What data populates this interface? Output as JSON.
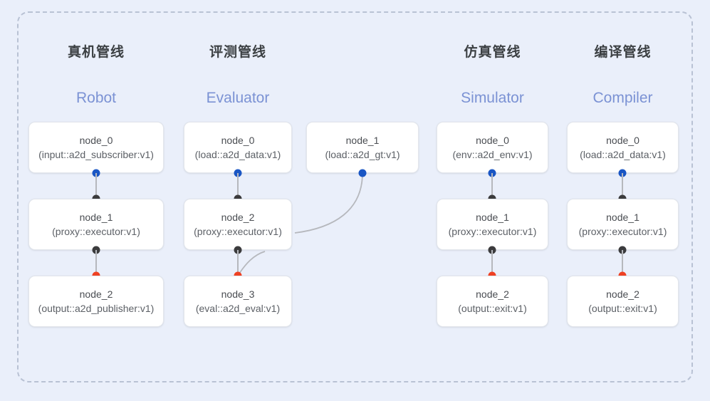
{
  "diagram": {
    "title_visible": false,
    "colors": {
      "background": "#eaeffa",
      "container_border": "#b9c2d4",
      "node_background": "#ffffff",
      "node_border": "#e3e6ec",
      "port_input": "#1a56c4",
      "port_relay": "#3b3b3d",
      "port_output": "#ef4123",
      "edge": "#b6b8bd",
      "heading_cn": "#3c4043",
      "heading_en": "#7b92d4"
    },
    "columns": [
      {
        "key": "robot",
        "title_cn": "真机管线",
        "title_en": "Robot",
        "nodes": [
          {
            "id": "node_0",
            "type": "(input::a2d_subscriber:v1)"
          },
          {
            "id": "node_1",
            "type": "(proxy::executor:v1)"
          },
          {
            "id": "node_2",
            "type": "(output::a2d_publisher:v1)"
          }
        ]
      },
      {
        "key": "evaluator",
        "title_cn": "评测管线",
        "title_en": "Evaluator",
        "nodes": [
          {
            "id": "node_0",
            "type": "(load::a2d_data:v1)"
          },
          {
            "id": "node_1",
            "type": "(load::a2d_gt:v1)"
          },
          {
            "id": "node_2",
            "type": "(proxy::executor:v1)"
          },
          {
            "id": "node_3",
            "type": "(eval::a2d_eval:v1)"
          }
        ]
      },
      {
        "key": "simulator",
        "title_cn": "仿真管线",
        "title_en": "Simulator",
        "nodes": [
          {
            "id": "node_0",
            "type": "(env::a2d_env:v1)"
          },
          {
            "id": "node_1",
            "type": "(proxy::executor:v1)"
          },
          {
            "id": "node_2",
            "type": "(output::exit:v1)"
          }
        ]
      },
      {
        "key": "compiler",
        "title_cn": "编译管线",
        "title_en": "Compiler",
        "nodes": [
          {
            "id": "node_0",
            "type": "(load::a2d_data:v1)"
          },
          {
            "id": "node_1",
            "type": "(proxy::executor:v1)"
          },
          {
            "id": "node_2",
            "type": "(output::exit:v1)"
          }
        ]
      }
    ]
  }
}
